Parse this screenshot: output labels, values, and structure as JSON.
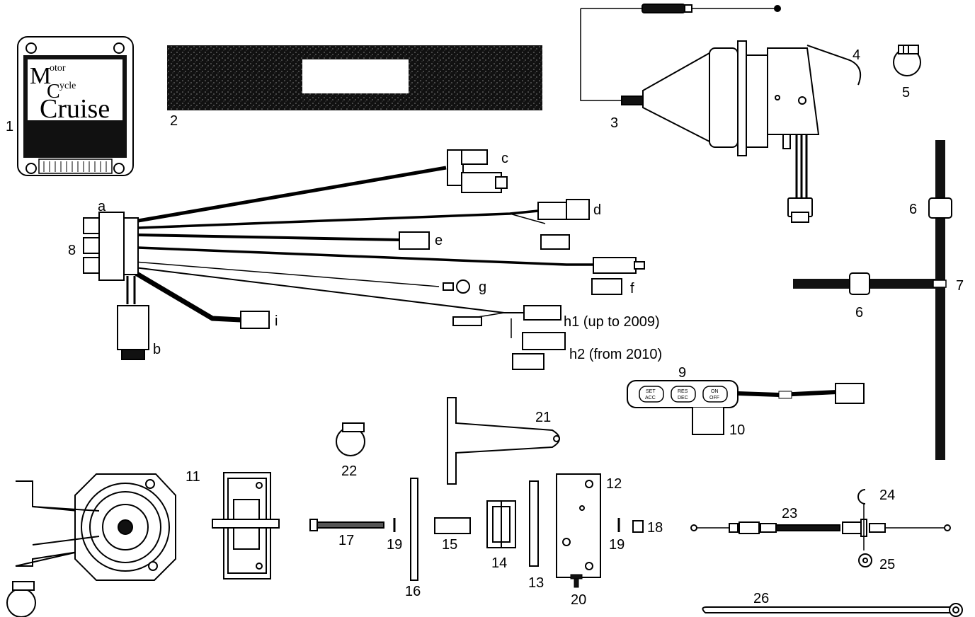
{
  "labels": {
    "n1": "1",
    "n2": "2",
    "n3": "3",
    "n4": "4",
    "n5": "5",
    "n6a": "6",
    "n6b": "6",
    "n7": "7",
    "n8": "8",
    "n9": "9",
    "n10": "10",
    "n11": "11",
    "n12": "12",
    "n13": "13",
    "n14": "14",
    "n15": "15",
    "n16": "16",
    "n17": "17",
    "n18": "18",
    "n19a": "19",
    "n19b": "19",
    "n20": "20",
    "n21": "21",
    "n22": "22",
    "n23": "23",
    "n24": "24",
    "n25": "25",
    "n26": "26",
    "a": "a",
    "b": "b",
    "c": "c",
    "d": "d",
    "e": "e",
    "f": "f",
    "g": "g",
    "h1": "h1 (up to 2009)",
    "h2": "h2 (from 2010)",
    "i": "i"
  },
  "logo": {
    "m": "M",
    "otor": "otor",
    "c": "C",
    "ycle": "ycle",
    "cruise": "Cruise"
  },
  "switch_buttons": {
    "set_top": "SET",
    "set_bottom": "ACC",
    "res_top": "RES",
    "res_bottom": "DEC",
    "on_top": "ON",
    "on_bottom": "OFF"
  }
}
